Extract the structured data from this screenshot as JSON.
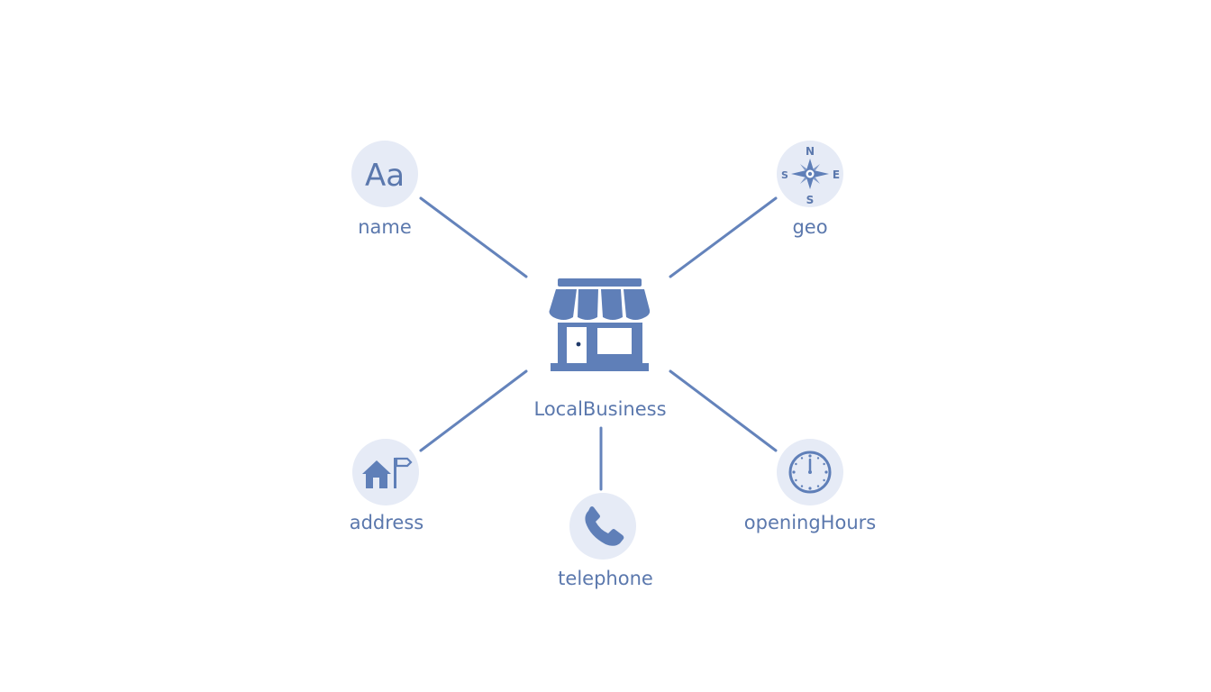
{
  "colors": {
    "accent": "#5f7fb8",
    "circle_fill": "#e6ebf6",
    "label": "#5b78ad",
    "background": "#ffffff"
  },
  "center": {
    "label": "LocalBusiness",
    "icon": "storefront-icon"
  },
  "nodes": {
    "name": {
      "label": "name",
      "icon": "text-aa-icon",
      "glyph": "Aa"
    },
    "geo": {
      "label": "geo",
      "icon": "compass-icon",
      "compass": {
        "n": "N",
        "e": "E",
        "s_bottom": "S",
        "s_left": "S"
      }
    },
    "address": {
      "label": "address",
      "icon": "house-signpost-icon"
    },
    "telephone": {
      "label": "telephone",
      "icon": "phone-icon"
    },
    "openingHours": {
      "label": "openingHours",
      "icon": "clock-icon"
    }
  }
}
